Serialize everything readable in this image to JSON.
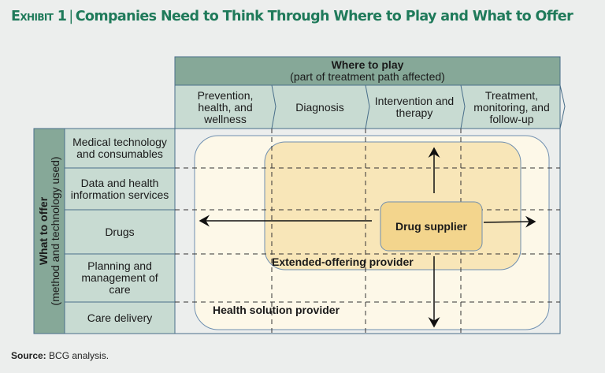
{
  "title": {
    "exhibit": "Exhibit 1",
    "separator": "|",
    "text": "Companies Need to Think Through Where to Play and What to Offer"
  },
  "where": {
    "title": "Where to play",
    "subtitle": "(part of treatment path affected)",
    "columns": [
      "Prevention, health, and wellness",
      "Diagnosis",
      "Intervention and therapy",
      "Treatment, monitoring, and follow-up"
    ]
  },
  "what": {
    "title": "What to offer",
    "subtitle": "(method and technology used)",
    "rows": [
      "Medical technology and consumables",
      "Data and health information services",
      "Drugs",
      "Planning and management of care",
      "Care delivery"
    ]
  },
  "boxes": {
    "inner": "Drug supplier",
    "middle": "Extended-offering provider",
    "outer": "Health solution provider"
  },
  "source": {
    "label": "Source:",
    "text": "BCG analysis."
  },
  "colors": {
    "title": "#1f7a5a",
    "header": "#86a898",
    "subheader": "#c8dbd2",
    "outer": "#fdf8e8",
    "middle": "#f8e6b8",
    "inner": "#f3d58d"
  }
}
